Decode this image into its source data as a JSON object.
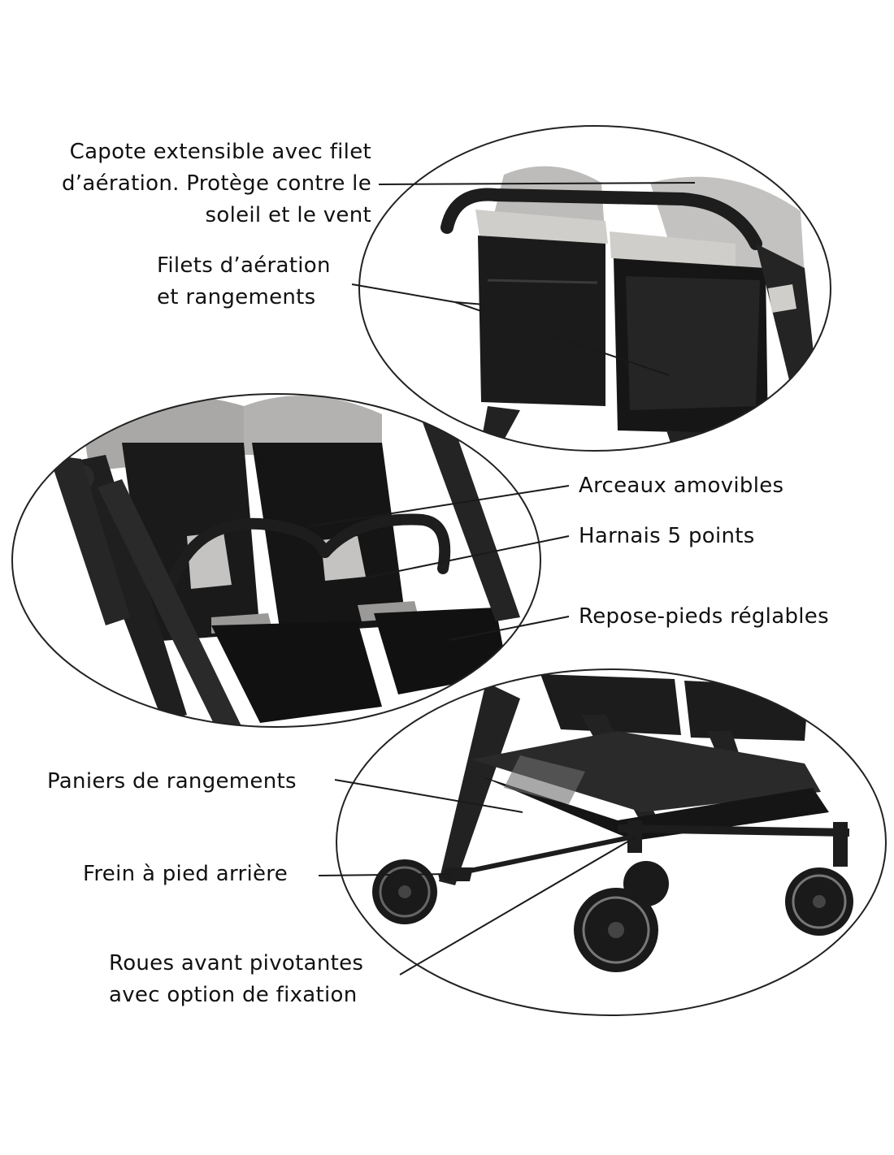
{
  "colors": {
    "background": "#ffffff",
    "text": "#111111",
    "leader_line": "#1a1a1a",
    "frame_black": "#1d1d1d",
    "canopy_grey": "#bdbcba",
    "fabric_black": "#1a1a1a",
    "ellipse_stroke": "#222222"
  },
  "callouts": {
    "canopy": {
      "lines": [
        "Capote extensible avec filet",
        "d’aération. Protège contre le",
        "soleil et le vent"
      ]
    },
    "ventilation": {
      "lines": [
        "Filets d’aération",
        "et rangements"
      ]
    },
    "bumper_bars": {
      "text": "Arceaux amovibles"
    },
    "harness": {
      "text": "Harnais 5 points"
    },
    "footrests": {
      "text": "Repose-pieds réglables"
    },
    "baskets": {
      "text": "Paniers de rangements"
    },
    "brake": {
      "text": "Frein à pied arrière"
    },
    "wheels": {
      "lines": [
        "Roues avant pivotantes",
        "avec option de fixation"
      ]
    }
  },
  "product_photos": [
    {
      "name": "canopy-and-back-pockets-view"
    },
    {
      "name": "seats-and-bumper-bars-view"
    },
    {
      "name": "chassis-basket-and-wheels-view"
    }
  ]
}
